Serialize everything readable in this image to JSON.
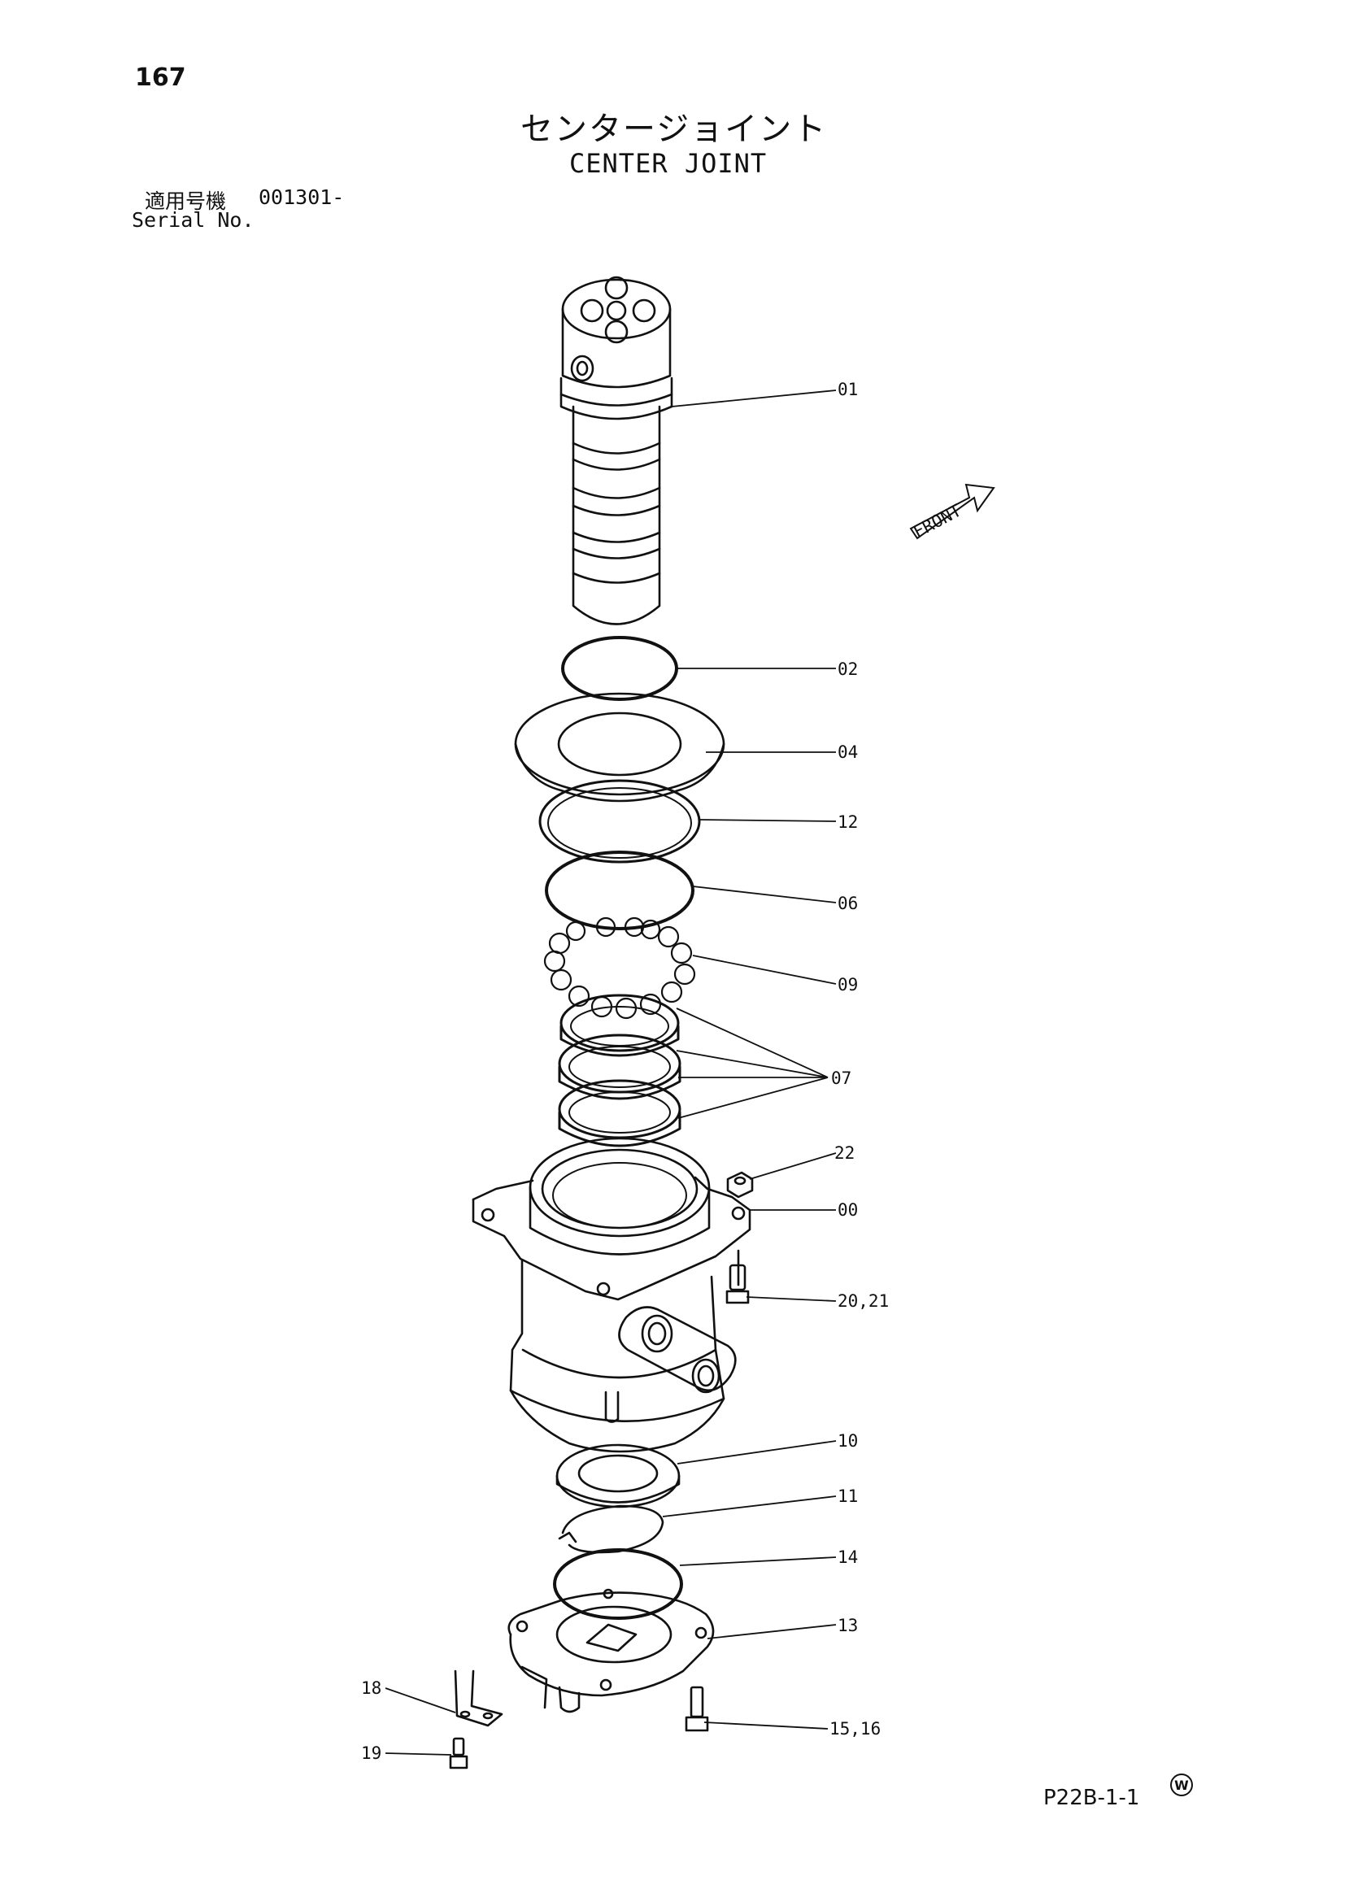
{
  "page_number": "167",
  "title_jp": "センタージョイント",
  "title_en": "CENTER JOINT",
  "serial": {
    "label_jp": "適用号機",
    "value": "001301-",
    "label_en": "Serial No."
  },
  "front_label": "FRONT",
  "watermark_symbol": "W",
  "reference_code": "P22B-1-1",
  "part_callouts": [
    "01",
    "02",
    "04",
    "12",
    "06",
    "09",
    "07",
    "22",
    "00",
    "20,21",
    "10",
    "11",
    "14",
    "13",
    "18",
    "19",
    "15,16"
  ]
}
